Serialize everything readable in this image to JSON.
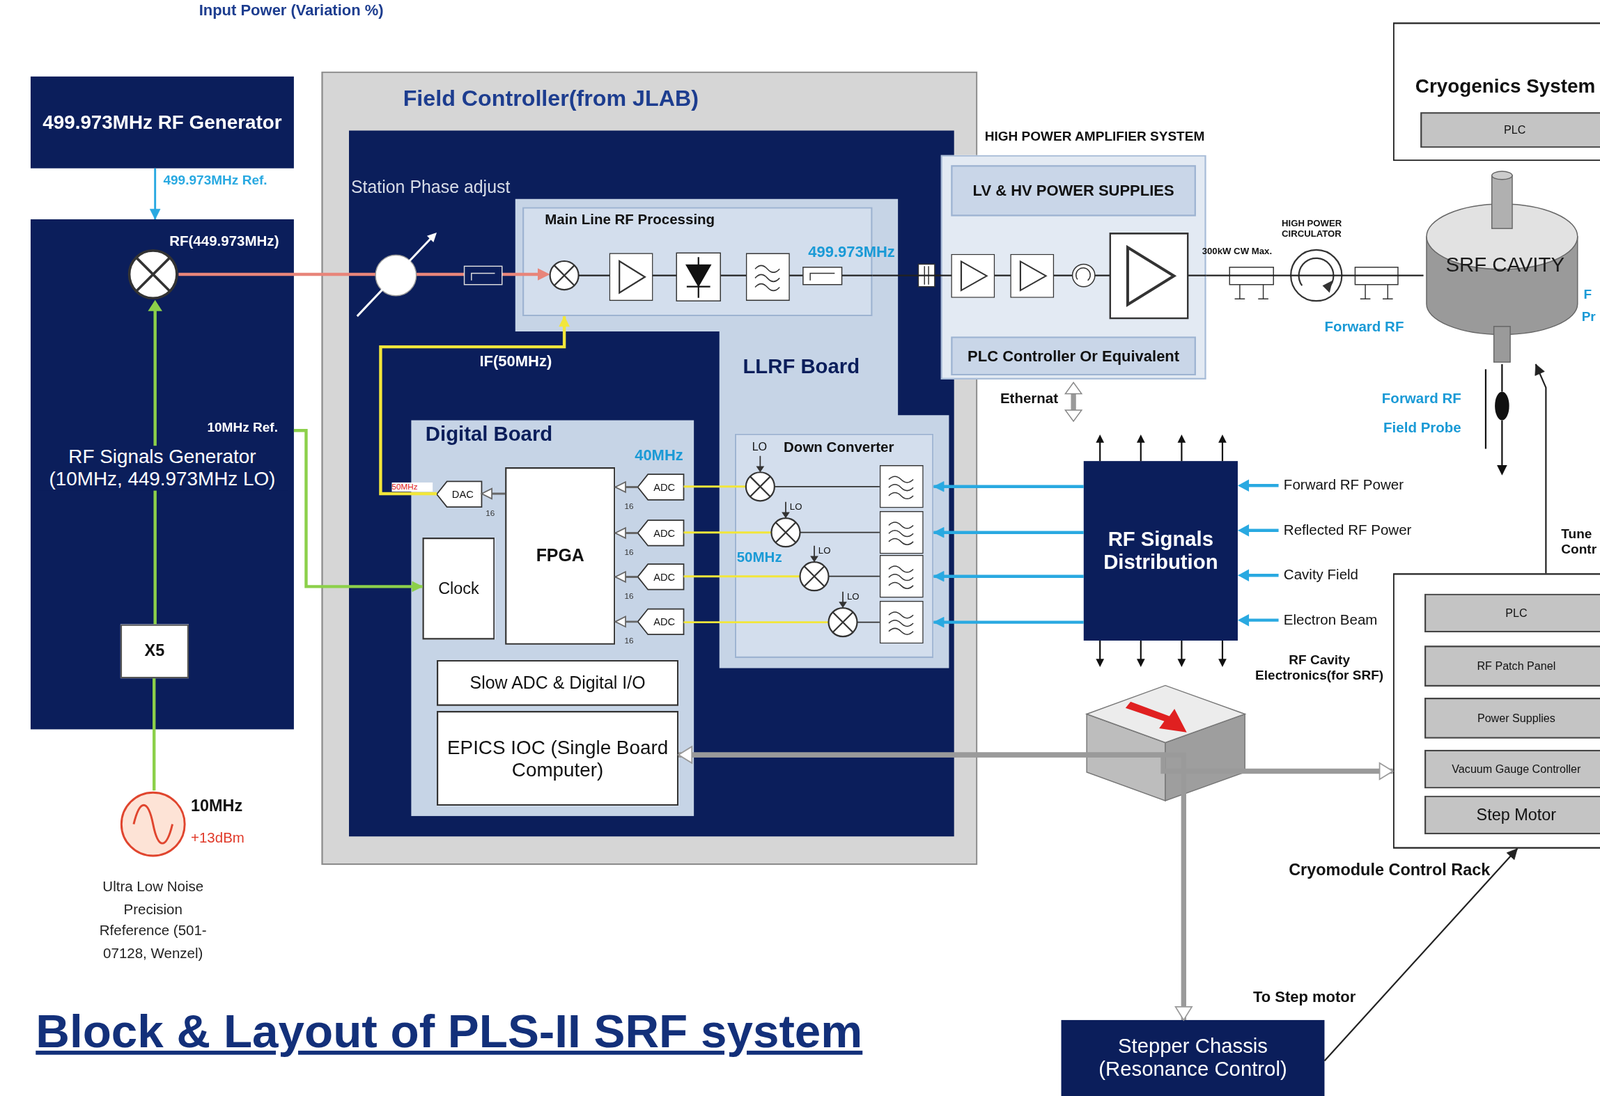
{
  "diagram": {
    "title": "Block & Layout of PLS-II SRF system",
    "nodes": [
      {
        "text": [
          "499.973MHz RF Generator"
        ]
      },
      {
        "text": [
          "RF Signals Generator (10MHz, 449.973MHz LO)"
        ]
      },
      {
        "text": [
          "X5"
        ],
        "in": 1
      },
      {
        "text": [
          "10MHz",
          "+13dBm",
          "Ultra Low Noise Precision Rfeference (501-07128, Wenzel)"
        ]
      },
      {
        "text": [
          "Field Controller(from JLAB)"
        ]
      },
      {
        "text": [
          "Station Phase adjust"
        ],
        "in": 4
      },
      {
        "text": [
          "LLRF Board"
        ],
        "in": 5
      },
      {
        "text": [
          "Main Line RF Processing"
        ],
        "in": 6
      },
      {
        "text": [
          "Down Converter"
        ],
        "in": 6
      },
      {
        "text": [
          "Digital Board"
        ],
        "in": 5
      },
      {
        "text": [
          "FPGA"
        ],
        "in": 9
      },
      {
        "text": [
          "Clock"
        ],
        "in": 9
      },
      {
        "text": [
          "Slow ADC & Digital I/O"
        ],
        "in": 9
      },
      {
        "text": [
          "EPICS IOC (Single Board Computer)"
        ],
        "in": 9
      },
      {
        "text": [
          "ADC"
        ],
        "in": 9
      },
      {
        "text": [
          "ADC"
        ],
        "in": 9
      },
      {
        "text": [
          "ADC"
        ],
        "in": 9
      },
      {
        "text": [
          "ADC"
        ],
        "in": 9
      },
      {
        "text": [
          "DAC"
        ],
        "in": 9
      },
      {
        "text": [
          "HIGH POWER AMPLIFIER SYSTEM"
        ]
      },
      {
        "text": [
          "LV & HV POWER SUPPLIES"
        ],
        "in": 19
      },
      {
        "text": [
          "PLC Controller Or Equivalent"
        ],
        "in": 19
      },
      {
        "text": [
          "Cryogenics System"
        ]
      },
      {
        "text": [
          "PLC"
        ],
        "in": 22
      },
      {
        "text": [
          "SRF CAVITY"
        ]
      },
      {
        "text": [
          "RF Signals Distribution"
        ]
      },
      {
        "text": [
          "Cryomodule Control Rack"
        ]
      },
      {
        "text": [
          "PLC"
        ],
        "in": 26
      },
      {
        "text": [
          "RF Patch Panel"
        ],
        "in": 26
      },
      {
        "text": [
          "Power Supplies"
        ],
        "in": 26
      },
      {
        "text": [
          "Vacuum Gauge Controller"
        ],
        "in": 26
      },
      {
        "text": [
          "Step Motor"
        ],
        "in": 26
      },
      {
        "text": [
          "Stepper Chassis (Resonance Control)"
        ]
      }
    ],
    "edges": [
      {
        "from": 0,
        "to": 1,
        "arrow": "to",
        "label": "499.973MHz Ref."
      },
      {
        "from": 1,
        "to": 11,
        "arrow": "to",
        "label": "10MHz Ref."
      },
      {
        "from": 3,
        "to": 2,
        "arrow": "none"
      },
      {
        "from": 18,
        "to": 7,
        "arrow": "to",
        "label": "IF(50MHz)"
      },
      {
        "from": 14,
        "to": 10,
        "arrow": "to"
      },
      {
        "from": 15,
        "to": 10,
        "arrow": "to"
      },
      {
        "from": 16,
        "to": 10,
        "arrow": "to"
      },
      {
        "from": 17,
        "to": 10,
        "arrow": "to"
      },
      {
        "from": 10,
        "to": 18,
        "arrow": "to"
      },
      {
        "from": 7,
        "to": 19,
        "arrow": "none"
      },
      {
        "from": 19,
        "to": 24,
        "arrow": "none"
      },
      {
        "from": 25,
        "to": 8,
        "arrow": "to"
      },
      {
        "from": 25,
        "to": 8,
        "arrow": "to"
      },
      {
        "from": 25,
        "to": 8,
        "arrow": "to"
      },
      {
        "from": 25,
        "to": 8,
        "arrow": "to"
      },
      {
        "from": 13,
        "to": 26,
        "arrow": "both"
      },
      {
        "from": 13,
        "to": 32,
        "arrow": "both"
      },
      {
        "from": 26,
        "to": 24,
        "arrow": "to"
      },
      {
        "from": 32,
        "to": 26,
        "arrow": "to"
      }
    ],
    "labels": [
      "Input Power (Variation %)",
      "RF(449.973MHz)",
      "499.973MHz",
      "LO",
      "LO",
      "LO",
      "LO",
      "40MHz",
      "50MHz",
      "50MHz",
      "16",
      "16",
      "16",
      "16",
      "16",
      "300kW CW Max.",
      "HIGH POWER CIRCULATOR",
      "Forward RF",
      "Forward RF Field Probe",
      "F",
      "Pr",
      "Ethernat",
      "Forward RF Power",
      "Reflected RF Power",
      "Cavity Field",
      "Electron Beam",
      "RF Cavity Electronics(for SRF)",
      "Tune Contr",
      "To Step motor"
    ]
  }
}
